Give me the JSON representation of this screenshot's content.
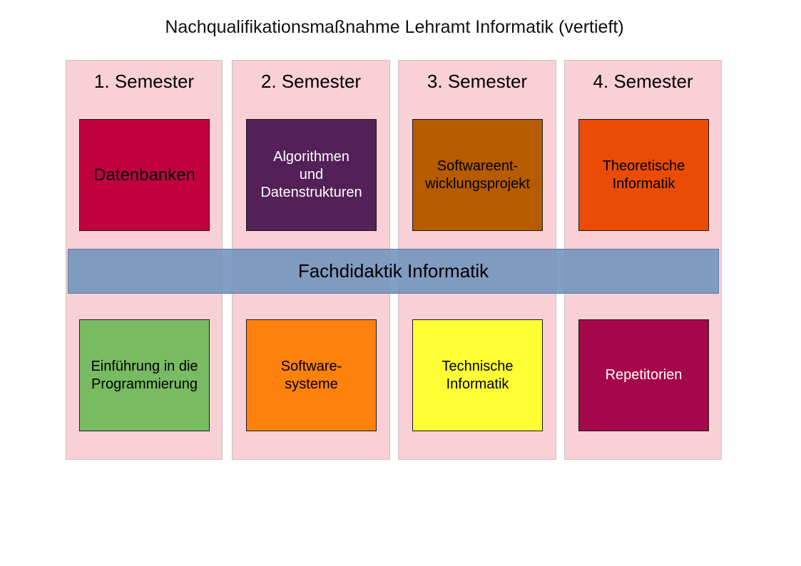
{
  "title": "Nachqualifikationsmaßnahme Lehramt Informatik (vertieft)",
  "semesters": [
    {
      "label": "1. Semester"
    },
    {
      "label": "2. Semester"
    },
    {
      "label": "3. Semester"
    },
    {
      "label": "4. Semester"
    }
  ],
  "modules_top": [
    {
      "label": "Datenbanken",
      "color": "#c0003f",
      "text_color": "#000000"
    },
    {
      "label": "Algorithmen\nund\nDatenstrukturen",
      "color": "#532058",
      "text_color": "#ffffff"
    },
    {
      "label": "Softwareent-\nwicklungsprojekt",
      "color": "#b65b00",
      "text_color": "#000000"
    },
    {
      "label": "Theoretische\nInformatik",
      "color": "#ea4c06",
      "text_color": "#000000"
    }
  ],
  "modules_bottom": [
    {
      "label": "Einführung in die\nProgrammierung",
      "color": "#78bb63",
      "text_color": "#000000"
    },
    {
      "label": "Software-\nsysteme",
      "color": "#fd810c",
      "text_color": "#000000"
    },
    {
      "label": "Technische\nInformatik",
      "color": "#fefe34",
      "text_color": "#000000"
    },
    {
      "label": "Repetitorien",
      "color": "#a5084a",
      "text_color": "#ffffff"
    }
  ],
  "band": {
    "label": "Fachdidaktik Informatik",
    "color": "#7595bf"
  },
  "column_color": "#f8d0d6"
}
